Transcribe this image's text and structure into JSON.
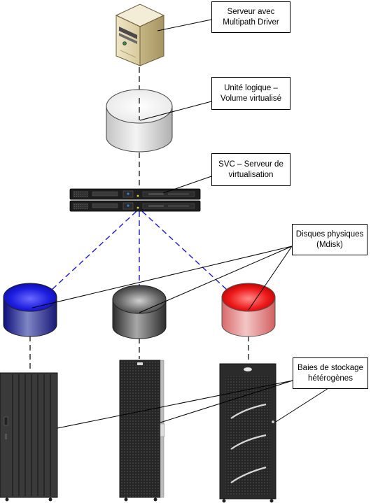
{
  "callouts": {
    "server": {
      "line1": "Serveur avec",
      "line2": "Multipath Driver"
    },
    "logical_unit": {
      "line1": "Unité logique –",
      "line2": "Volume virtualisé"
    },
    "svc": {
      "line1": "SVC – Serveur de",
      "line2": "virtualisation"
    },
    "physical_disks": {
      "line1": "Disques physiques",
      "line2": "(Mdisk)"
    },
    "storage_arrays": {
      "line1": "Baies de stockage",
      "line2": "hétérogènes"
    }
  },
  "colors": {
    "vdisk_link": "#1b1bd6",
    "disk_blue": "#2222e0",
    "disk_gray": "#555555",
    "disk_red": "#e02222",
    "connector": "#000000"
  }
}
